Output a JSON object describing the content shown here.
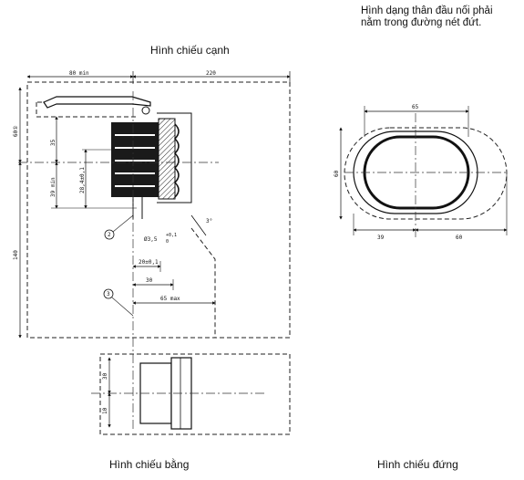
{
  "captions": {
    "side_view": "Hình chiếu cạnh",
    "top_view": "Hình chiếu bằng",
    "front_view": "Hình chiếu đứng"
  },
  "note": "Hình dạng thân đầu nối phải nằm trong đường nét đứt.",
  "dimensions": {
    "d80min": "80 min",
    "d220": "220",
    "d60o": "60①",
    "d35": "35",
    "d39min": "39 min",
    "d28": "28,4±0,1",
    "d140": "140",
    "dhole": "Ø3,5",
    "dhole_tol": "+0,1",
    "dhole_tol2": "0",
    "d20": "20±0,1",
    "d30a": "30",
    "d65max": "65 max",
    "dangle": "3°",
    "d30b": "30",
    "d10": "10",
    "f65": "65",
    "f60v": "60",
    "f39": "39",
    "f60h": "60"
  },
  "callouts": {
    "c2": "2",
    "c3": "3"
  }
}
